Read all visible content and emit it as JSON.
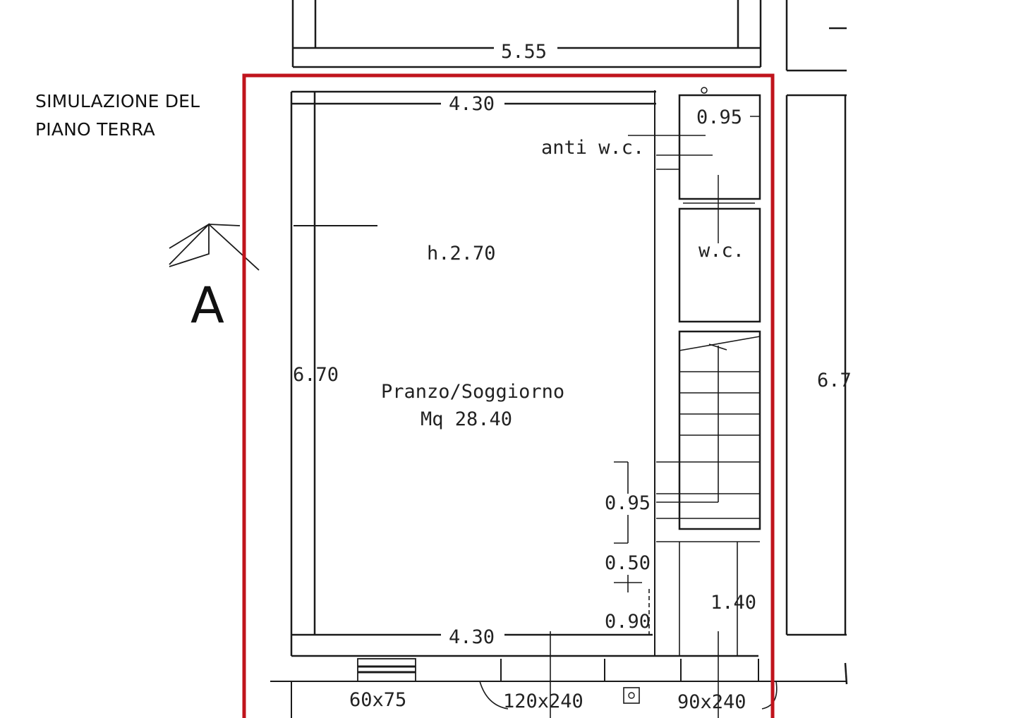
{
  "caption": {
    "line1": "SIMULAZIONE DEL",
    "line2": "PIANO TERRA"
  },
  "plan": {
    "section_marker": "A",
    "dimensions": {
      "top_outer": "5.55",
      "room_top": "4.30",
      "room_bottom": "4.30",
      "room_left": "6.70",
      "right_partial": "6.7",
      "anti_wc_width": "0.95",
      "stair_a": "0.95",
      "stair_b": "0.50",
      "stair_c": "0.90",
      "stair_right": "1.40"
    },
    "rooms": {
      "anti_wc": "anti w.c.",
      "wc": "w.c.",
      "height": "h.2.70",
      "living_name": "Pranzo/Soggiorno",
      "living_area": "Mq 28.40"
    },
    "openings": {
      "window": "60x75",
      "door_main": "120x240",
      "door_side": "90x240"
    }
  },
  "colors": {
    "highlight": "#c0141c",
    "lines": "#1a1a1a"
  }
}
